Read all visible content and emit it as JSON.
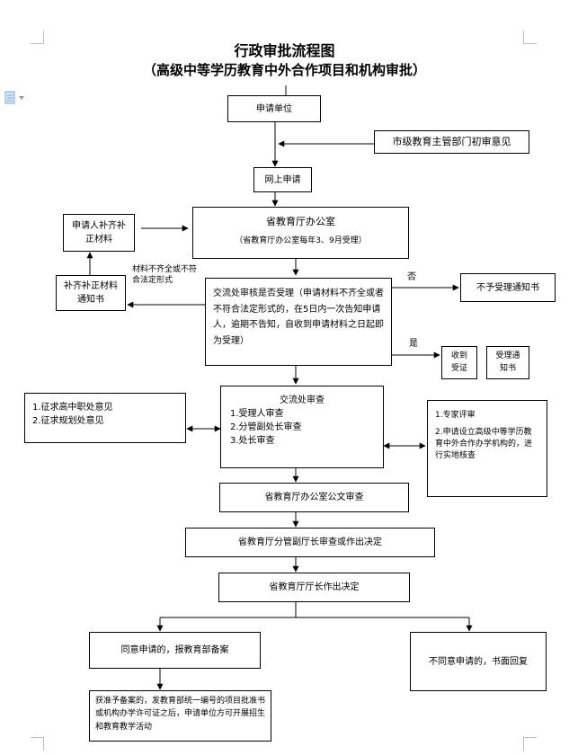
{
  "title": {
    "line1": "行政审批流程图",
    "line2": "（高级中等学历教育中外合作项目和机构审批）"
  },
  "nodes": {
    "applicant": "申请单位",
    "city_opinion": "市级教育主管部门初审意见",
    "online_apply": "网上申请",
    "provincial_office": {
      "name": "省教育厅办公室",
      "note": "（省教育厅办公室每年3、9月受理）"
    },
    "supplement_materials": "申请人补齐补正材料",
    "supplement_notice": "补齐补正材料通知书",
    "incomplete_label": "材料不齐全或不符合法定形式",
    "acceptance_check": "交流处审核是否受理（申请材料不齐全或者不符合法定形式的，在5日内一次告知申请人，逾期不告知，自收到申请材料之日起即为受理）",
    "no_label": "否",
    "reject_notice": "不予受理通知书",
    "yes_label": "是",
    "receipt": "收到受证",
    "accept_notice": "受理通知书",
    "consult": {
      "item1": "1.征求高中职处意见",
      "item2": "2.征求规划处意见"
    },
    "division_review": {
      "title": "交流处审查",
      "item1": "1.受理人审查",
      "item2": "2.分管副处长审查",
      "item3": "3.处长审查"
    },
    "expert": {
      "item1": "1.专家评审",
      "item2": "2.申请设立高级中等学历教育中外合作办学机构的，进行实地核查"
    },
    "office_doc_review": "省教育厅办公室公文审查",
    "deputy_review": "省教育厅分管副厅长审查或作出决定",
    "director_decision": "省教育厅厅长作出决定",
    "approve": "同意申请的，报教育部备案",
    "disapprove": "不同意申请的，书面回复",
    "final": "获准予备案的，发教育部统一编号的项目批准书或机构办学许可证之后，申请单位方可开展招生和教育教学活动"
  },
  "colors": {
    "line": "#000000",
    "corner_marks": "#bdbdbd",
    "doc_icon": "#7fa6d8"
  },
  "icons": {
    "side": "document-dropdown-icon"
  }
}
